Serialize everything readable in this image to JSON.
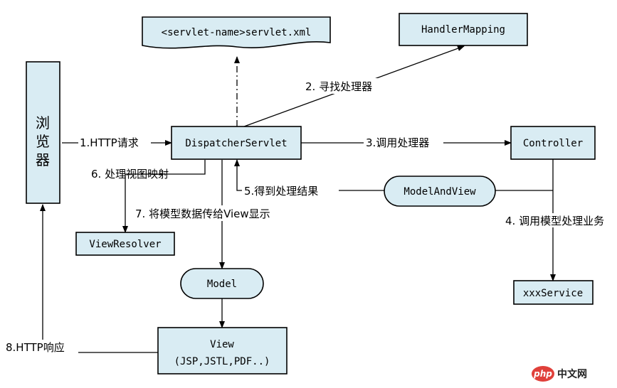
{
  "nodes": {
    "browser": [
      "浏",
      "览",
      "器"
    ],
    "servlet_xml": "<servlet-name>servlet.xml",
    "handler_mapping": "HandlerMapping",
    "dispatcher": "DispatcherServlet",
    "controller": "Controller",
    "model_and_view": "ModelAndView",
    "view_resolver": "ViewResolver",
    "model": "Model",
    "view_line1": "View",
    "view_line2": "(JSP,JSTL,PDF..)",
    "xxx_service": "xxxService"
  },
  "edges": {
    "e1": "1.HTTP请求",
    "e2": "2. 寻找处理器",
    "e3": "3.调用处理器",
    "e4": "4. 调用模型处理业务",
    "e5": "5.得到处理结果",
    "e6": "6. 处理视图映射",
    "e7": "7. 将模型数据传给View显示",
    "e8": "8.HTTP响应"
  },
  "watermark": {
    "logo": "php",
    "site": "中文网"
  },
  "colors": {
    "box_fill": "#d9ecf3",
    "logo_red": "#e0403a"
  }
}
